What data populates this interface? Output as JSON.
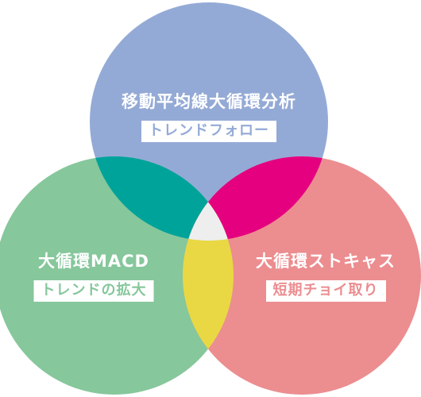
{
  "circles": {
    "top": {
      "title": "移動平均線大循環分析",
      "tag": "トレンドフォロー",
      "color": "#94aad6"
    },
    "left": {
      "title": "大循環MACD",
      "tag": "トレンドの拡大",
      "color": "#86c79c"
    },
    "right": {
      "title": "大循環ストキャス",
      "tag": "短期チョイ取り",
      "color": "#ec8d90"
    }
  },
  "overlaps": {
    "top_left": "#00a39a",
    "top_right": "#e4007f",
    "left_right": "#e9d844",
    "center": "#eeeeee"
  }
}
